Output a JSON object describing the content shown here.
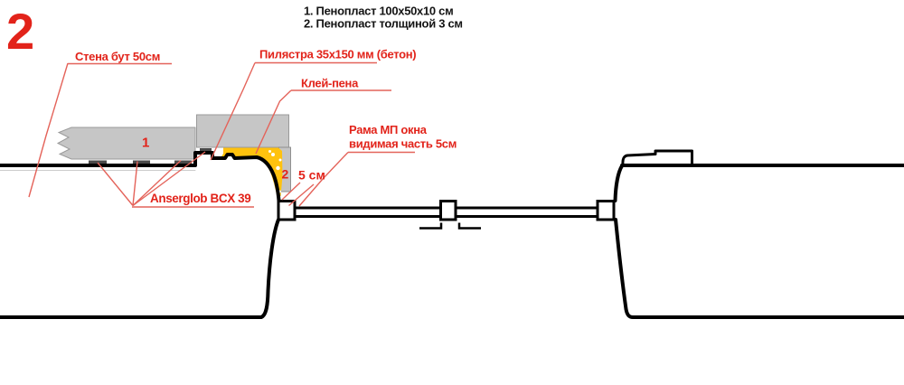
{
  "figure_label": "2",
  "legend": {
    "line1": "1. Пенопласт 100x50x10 см",
    "line2": "2. Пенопласт толщиной 3 см"
  },
  "labels": {
    "wall": "Стена бут 50см",
    "pilaster": "Пилястра 35x150 мм (бетон)",
    "glue_foam": "Клей-пена",
    "frame_line1": "Рама МП окна",
    "frame_line2": "видимая часть 5см",
    "adhesive": "Anserglob BCX 39",
    "marker_panel": "1",
    "marker_foam": "2",
    "dim_5cm": "5 см"
  },
  "colors": {
    "annotation_red": "#e2231a",
    "leader_red": "#e4635a",
    "foam_gray": "#c6c6c6",
    "glue_yellow": "#ffc20e",
    "adhesive_dark": "#4a4a4a",
    "outline_black": "#000000",
    "background": "#ffffff"
  }
}
